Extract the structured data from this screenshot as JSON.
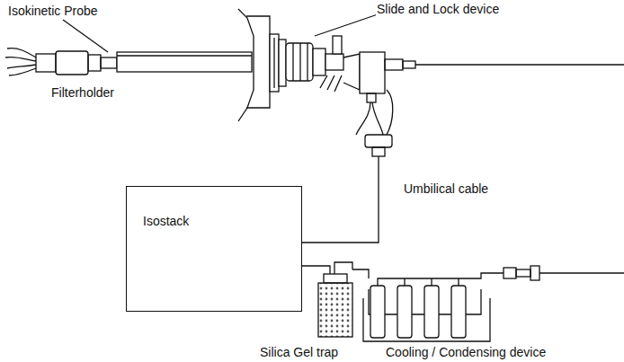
{
  "diagram": {
    "nodes": [
      {
        "text": [
          "Isostack"
        ]
      }
    ],
    "labels": [
      "Isokinetic Probe",
      "Slide and Lock device",
      "Filterholder",
      "Umbilical cable",
      "Silica Gel trap",
      "Cooling / Condensing device"
    ]
  }
}
